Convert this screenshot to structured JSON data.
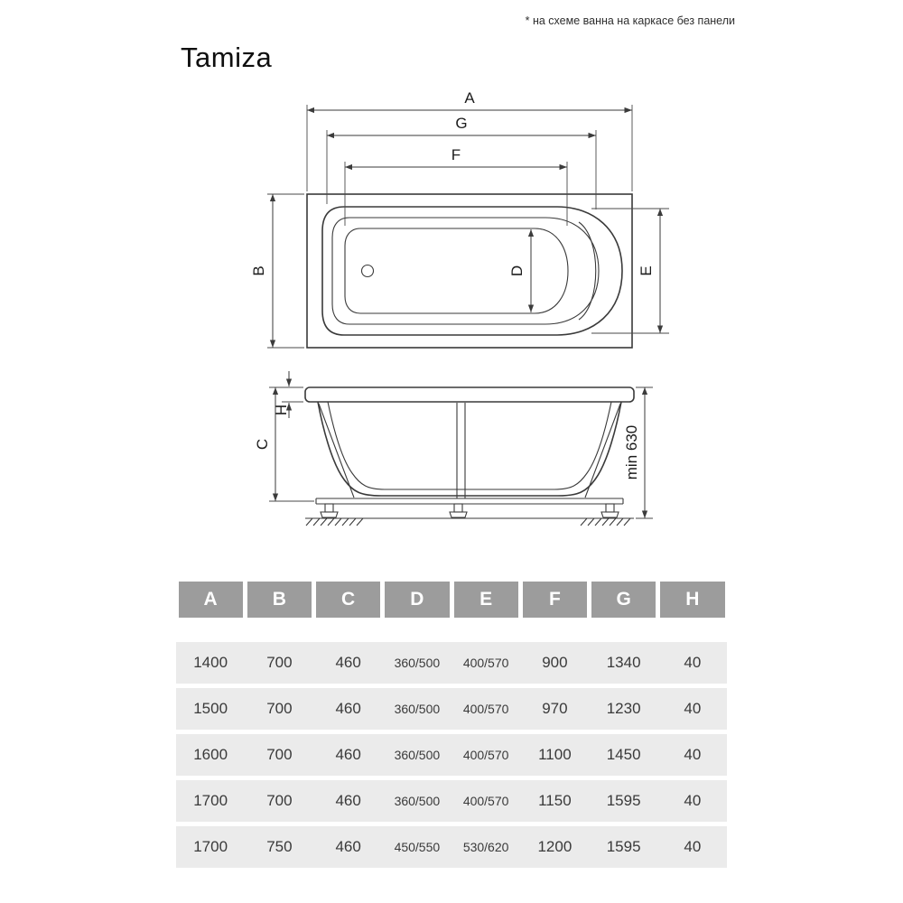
{
  "note": "* на схеме ванна на каркасе без панели",
  "title": "Tamiza",
  "diagram": {
    "labels": {
      "a": "A",
      "b": "B",
      "c": "C",
      "d": "D",
      "e": "E",
      "f": "F",
      "g": "G",
      "h": "H",
      "min_height": "min 630"
    }
  },
  "table": {
    "headers": [
      "A",
      "B",
      "C",
      "D",
      "E",
      "F",
      "G",
      "H"
    ],
    "rows": [
      [
        "1400",
        "700",
        "460",
        "360/500",
        "400/570",
        "900",
        "1340",
        "40"
      ],
      [
        "1500",
        "700",
        "460",
        "360/500",
        "400/570",
        "970",
        "1230",
        "40"
      ],
      [
        "1600",
        "700",
        "460",
        "360/500",
        "400/570",
        "1100",
        "1450",
        "40"
      ],
      [
        "1700",
        "700",
        "460",
        "360/500",
        "400/570",
        "1150",
        "1595",
        "40"
      ],
      [
        "1700",
        "750",
        "460",
        "450/550",
        "530/620",
        "1200",
        "1595",
        "40"
      ]
    ]
  }
}
